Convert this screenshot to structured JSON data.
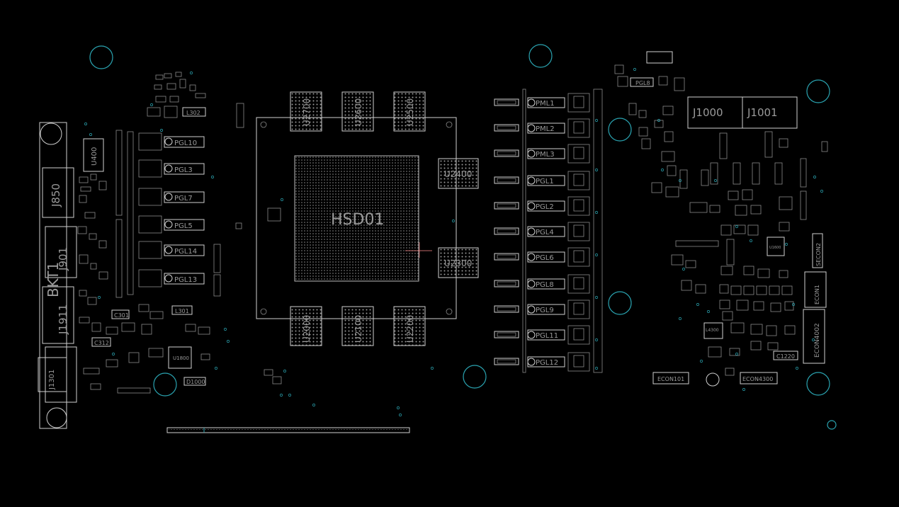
{
  "view": "pcb-boardview",
  "colors": {
    "background": "#000000",
    "outline": "#cfcfcf",
    "mounting_hole": "#2aa3b0",
    "label": "#9a9a9a"
  },
  "gpu": {
    "label": "HSD01"
  },
  "memory_chips": {
    "top": [
      "U2700",
      "U2600",
      "U2500"
    ],
    "bottom": [
      "U2000",
      "U2100",
      "U2200"
    ],
    "right": [
      "U2400",
      "U2300"
    ]
  },
  "left_connectors": [
    "J850",
    "J901",
    "J1911",
    "BKT1",
    "J1301",
    "U400"
  ],
  "left_inductors": [
    "PGL10",
    "PGL3",
    "PGL7",
    "PGL5",
    "PGL14",
    "PGL13"
  ],
  "left_small": [
    "L302",
    "L301",
    "C301",
    "C312",
    "U1800",
    "D1000"
  ],
  "mid_inductors": [
    "PML1",
    "PML2",
    "PML3",
    "PGL1",
    "PGL2",
    "PGL4",
    "PGL6",
    "PGL8",
    "PGL9",
    "PGL11",
    "PGL12"
  ],
  "right_components": {
    "jacks": [
      "J1000",
      "J1001"
    ],
    "misc": [
      "PGL8",
      "U1600",
      "L4300",
      "C1220",
      "ECON101",
      "ECON4300",
      "SECON2",
      "ECON1",
      "ECON4002"
    ]
  }
}
